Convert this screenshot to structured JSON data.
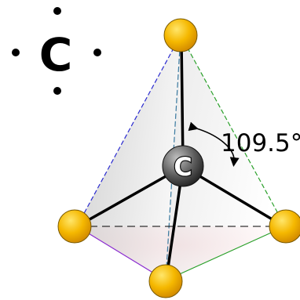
{
  "lewis_structure": {
    "symbol": "C",
    "dot_color": "#000000"
  },
  "tetrahedron": {
    "center_atom_symbol": "C",
    "bond_angle_label": "109.5°",
    "face_color": "#c8c8c8",
    "base_face_color": "#f2a0a8",
    "atom_color": "#f5b800",
    "atom_outline_color": "#8a6a00",
    "center_atom_color": "#555555"
  }
}
